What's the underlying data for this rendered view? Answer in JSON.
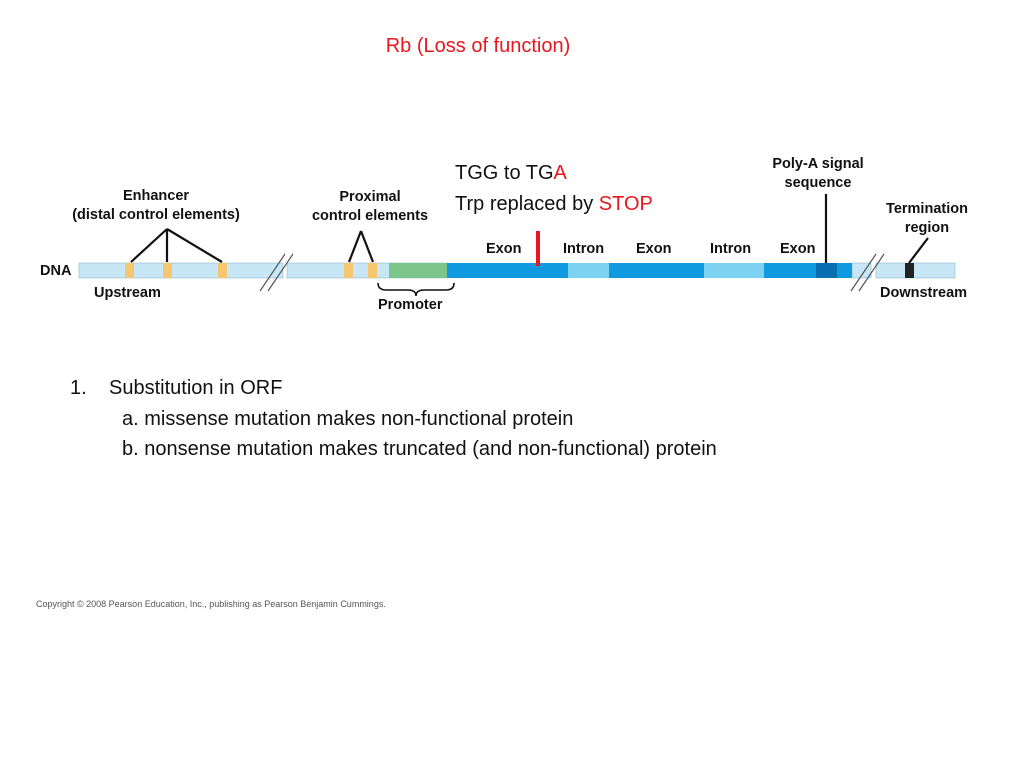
{
  "slide": {
    "title": "Rb (Loss of function)",
    "copyright": "Copyright © 2008 Pearson Education, Inc., publishing as Pearson Benjamin Cummings."
  },
  "mutation": {
    "line1_prefix": "TGG to TG",
    "line1_highlight": "A",
    "line2_prefix": "Trp replaced by ",
    "line2_highlight": "STOP"
  },
  "diagram": {
    "dna": "DNA",
    "enhancer_line1": "Enhancer",
    "enhancer_line2": "(distal control elements)",
    "proximal_line1": "Proximal",
    "proximal_line2": "control elements",
    "upstream": "Upstream",
    "promoter": "Promoter",
    "exon1": "Exon",
    "intron1": "Intron",
    "exon2": "Exon",
    "intron2": "Intron",
    "exon3": "Exon",
    "polya_line1": "Poly-A signal",
    "polya_line2": "sequence",
    "termination_line1": "Termination",
    "termination_line2": "region",
    "downstream": "Downstream"
  },
  "notes": {
    "item1_number": "1.",
    "item1_text": "Substitution in ORF",
    "item1a": "a. missense mutation makes non-functional protein",
    "item1b": "b. nonsense mutation makes truncated (and non-functional) protein"
  },
  "colors": {
    "highlight_red": "#e8171c",
    "dna_light": "#c8e7f6",
    "exon_blue": "#0f9ae0",
    "intron_blue": "#7dd2f2",
    "promoter_green": "#7cc58b",
    "control_element": "#f6c76f",
    "polya_dark": "#0a6fb0",
    "termination_black": "#222222"
  }
}
